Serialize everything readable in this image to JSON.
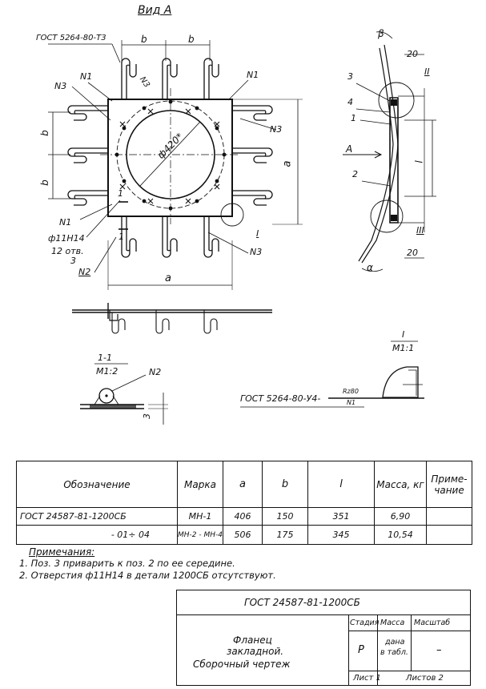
{
  "view_title": "Вид А",
  "drawing": {
    "weld_std_top": "ГОСТ 5264-80-Т3",
    "dim_b": "b",
    "dim_a": "a",
    "dim_l": "l",
    "dia_label": "ф420*",
    "n1": "N1",
    "n2": "N2",
    "n3": "N3",
    "hole_spec": "ф11Н14",
    "hole_count": "12 отв.",
    "pos_1": "1",
    "pos_2": "2",
    "pos_3": "3",
    "pos_4": "4",
    "view_A": "А",
    "beta": "β",
    "alpha": "α",
    "dim_20": "20",
    "node_I": "I",
    "node_II": "II",
    "node_III": "III",
    "section_label": "1-1",
    "section_scale": "М1:2",
    "node_detail_label": "I",
    "node_detail_scale": "М1:1",
    "dim_3": "3",
    "weld_std_bottom": "ГОСТ 5264-80-У4-",
    "rz": "Rz80"
  },
  "spec_table": {
    "headers": [
      "Обозначение",
      "Марка",
      "a",
      "b",
      "l",
      "Масса, кг",
      "Приме-чание"
    ],
    "rows": [
      [
        "ГОСТ 24587-81-1200СБ",
        "МН-1",
        "406",
        "150",
        "351",
        "6,90",
        ""
      ],
      [
        "- 01÷ 04",
        "МН-2 - МН-4",
        "506",
        "175",
        "345",
        "10,54",
        ""
      ]
    ]
  },
  "notes": {
    "title": "Примечания:",
    "items": [
      "1. Поз. 3 приварить к поз. 2 по ее середине.",
      "2. Отверстия ф11Н14 в детали 1200СБ отсутствуют."
    ]
  },
  "title_block": {
    "doc_code": "ГОСТ 24587-81-1200СБ",
    "name_line1": "Фланец",
    "name_line2": "закладной.",
    "name_line3": "Сборочный чертеж",
    "stage_h": "Стадия",
    "mass_h": "Масса",
    "scale_h": "Масштаб",
    "stage_v": "Р",
    "mass_v1": "дана",
    "mass_v2": "в табл.",
    "scale_v": "–",
    "sheet": "Лист 1",
    "sheets": "Листов 2"
  }
}
